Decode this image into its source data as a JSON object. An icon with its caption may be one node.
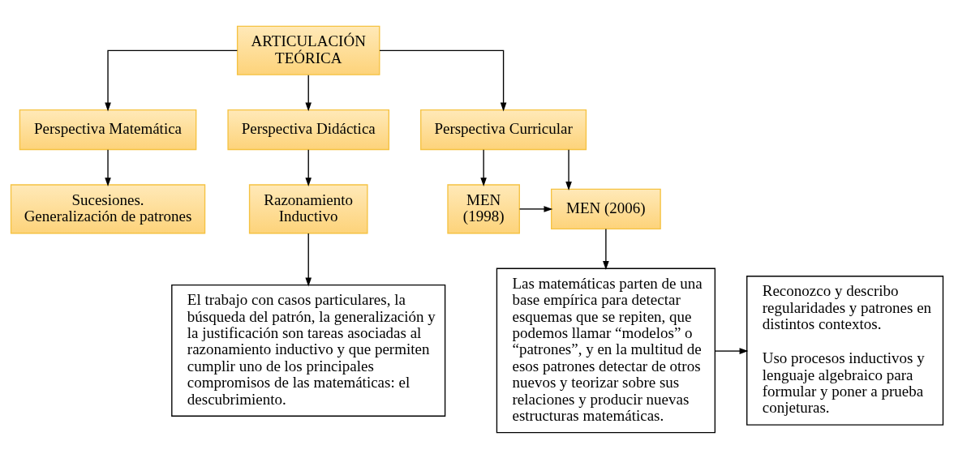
{
  "diagram": {
    "nodes": [
      {
        "text": [
          "ARTICULACIÓN TEÓRICA"
        ]
      },
      {
        "text": [
          "Perspectiva Matemática"
        ]
      },
      {
        "text": [
          "Perspectiva Didáctica"
        ]
      },
      {
        "text": [
          "Perspectiva Curricular"
        ]
      },
      {
        "text": [
          "Sucesiones.",
          "Generalización de patrones"
        ]
      },
      {
        "text": [
          "Razonamiento Inductivo"
        ]
      },
      {
        "text": [
          "MEN (1998)"
        ]
      },
      {
        "text": [
          "MEN (2006)"
        ]
      },
      {
        "text": [
          "El trabajo con casos particulares, la búsqueda del patrón, la generalización y la justificación son tareas asociadas al razonamiento inductivo y que permiten cumplir uno de los principales compromisos de las matemáticas: el descubrimiento."
        ]
      },
      {
        "text": [
          "Reconozco y describo regularidades y patrones en distintos contextos.",
          "Uso procesos inductivos y lenguaje algebraico para formular y poner a prueba conjeturas."
        ]
      },
      {
        "text": [
          "Las matemáticas parten de una base empírica para detectar esquemas que se repiten, que podemos llamar “modelos” o “patrones”, y en la multitud de esos patrones detectar de otros nuevos y teorizar sobre sus relaciones y producir nuevas estructuras matemáticas."
        ]
      }
    ],
    "edges": [
      {
        "from": 0,
        "to": 1,
        "arrow": "to"
      },
      {
        "from": 0,
        "to": 2,
        "arrow": "to"
      },
      {
        "from": 0,
        "to": 3,
        "arrow": "to"
      },
      {
        "from": 1,
        "to": 4,
        "arrow": "to"
      },
      {
        "from": 2,
        "to": 5,
        "arrow": "to"
      },
      {
        "from": 3,
        "to": 6,
        "arrow": "to"
      },
      {
        "from": 3,
        "to": 7,
        "arrow": "to"
      },
      {
        "from": 6,
        "to": 7,
        "arrow": "to"
      },
      {
        "from": 5,
        "to": 8,
        "arrow": "to"
      },
      {
        "from": 7,
        "to": 10,
        "arrow": "to"
      },
      {
        "from": 10,
        "to": 9,
        "arrow": "to"
      }
    ]
  }
}
